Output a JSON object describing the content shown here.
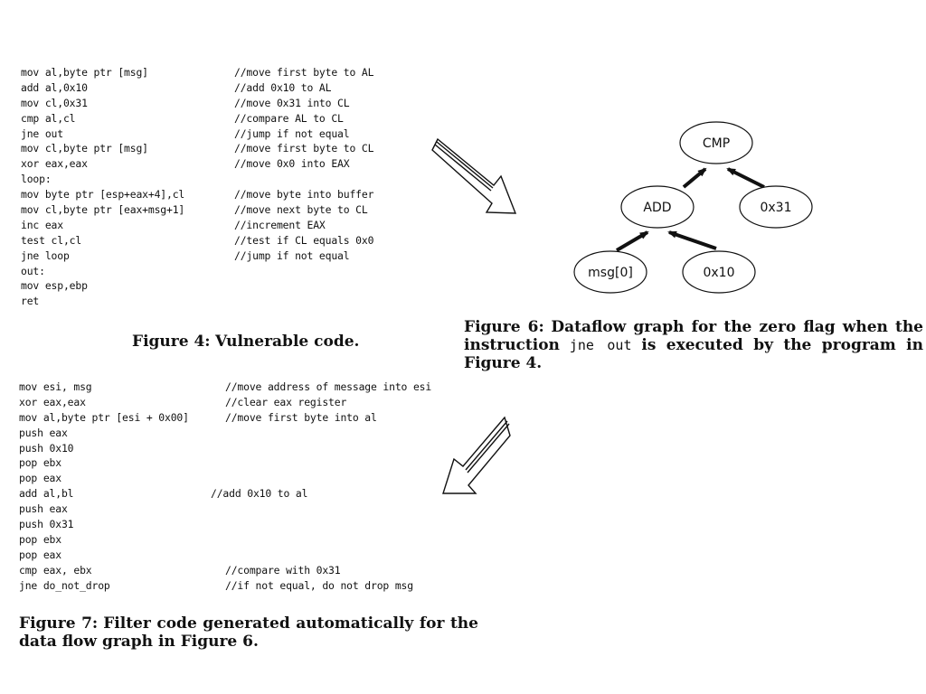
{
  "figure4": {
    "lines": [
      {
        "code": "mov al,byte ptr [msg]",
        "comment": "//move first byte to AL"
      },
      {
        "code": "add al,0x10",
        "comment": "//add 0x10 to AL"
      },
      {
        "code": "mov cl,0x31",
        "comment": "//move 0x31 into CL"
      },
      {
        "code": "cmp al,cl",
        "comment": "//compare AL to CL"
      },
      {
        "code": "jne out",
        "comment": "//jump if not equal"
      },
      {
        "code": "mov cl,byte ptr [msg]",
        "comment": "//move first byte to CL"
      },
      {
        "code": "xor eax,eax",
        "comment": "//move 0x0 into EAX"
      },
      {
        "code": "loop:",
        "comment": ""
      },
      {
        "code": "mov byte ptr [esp+eax+4],cl",
        "comment": "//move byte into buffer"
      },
      {
        "code": "mov cl,byte ptr [eax+msg+1]",
        "comment": "//move next byte to CL"
      },
      {
        "code": "inc eax",
        "comment": "//increment EAX"
      },
      {
        "code": "test cl,cl",
        "comment": "//test if CL equals 0x0"
      },
      {
        "code": "jne loop",
        "comment": "//jump if not equal"
      },
      {
        "code": "out:",
        "comment": ""
      },
      {
        "code": "mov esp,ebp",
        "comment": ""
      },
      {
        "code": "ret",
        "comment": ""
      }
    ],
    "caption_label": "Figure 4:",
    "caption_text": "Vulnerable code."
  },
  "figure6": {
    "nodes": {
      "cmp": "CMP",
      "add": "ADD",
      "c31": "0x31",
      "msg": "msg[0]",
      "c10": "0x10"
    },
    "caption_label": "Figure 6:",
    "caption_text_1": "Dataflow graph for the zero flag when the instruction",
    "caption_code": "jne out",
    "caption_text_2": "is executed by the program in Figure 4."
  },
  "figure7": {
    "lines": [
      {
        "code": "mov esi, msg",
        "comment": "//move address of message into esi",
        "indent": 228
      },
      {
        "code": "xor eax,eax",
        "comment": "//clear eax register",
        "indent": 228
      },
      {
        "code": "mov al,byte ptr [esi + 0x00]",
        "comment": "//move first byte into al",
        "indent": 228
      },
      {
        "code": "push eax",
        "comment": "",
        "indent": 0
      },
      {
        "code": "push 0x10",
        "comment": "",
        "indent": 0
      },
      {
        "code": "pop ebx",
        "comment": "",
        "indent": 0
      },
      {
        "code": "pop eax",
        "comment": "",
        "indent": 0
      },
      {
        "code": "add al,bl",
        "comment": "//add 0x10 to al",
        "indent": 212
      },
      {
        "code": "push eax",
        "comment": "",
        "indent": 0
      },
      {
        "code": "push 0x31",
        "comment": "",
        "indent": 0
      },
      {
        "code": "pop ebx",
        "comment": "",
        "indent": 0
      },
      {
        "code": "pop eax",
        "comment": "",
        "indent": 0
      },
      {
        "code": "cmp eax, ebx",
        "comment": "//compare with 0x31",
        "indent": 228
      },
      {
        "code": "jne do_not_drop",
        "comment": "//if not equal, do not drop msg",
        "indent": 228
      }
    ],
    "caption_label": "Figure 7:",
    "caption_text": "Filter code generated automatically for the data flow graph in Figure 6."
  }
}
